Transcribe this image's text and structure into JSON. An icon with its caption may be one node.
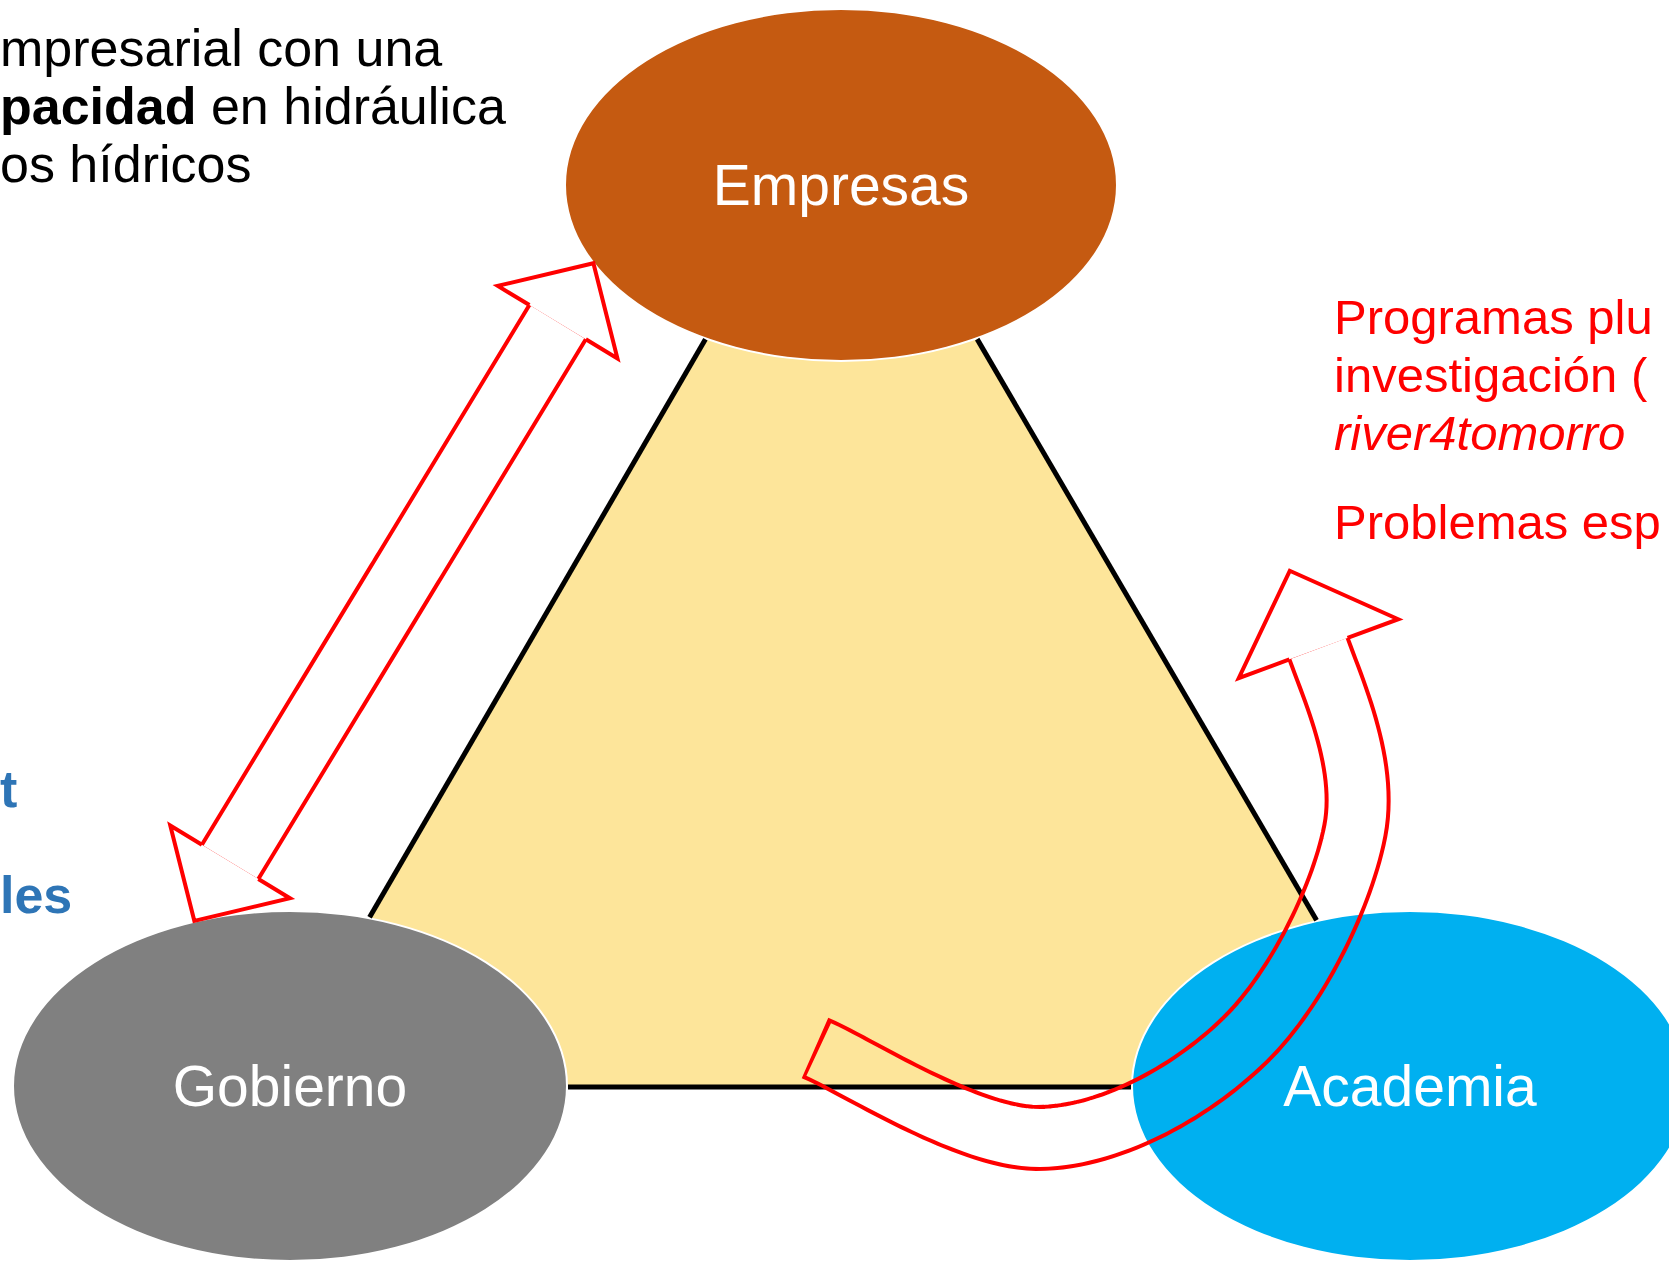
{
  "diagram": {
    "nodes": [
      {
        "text": [
          "Empresas"
        ]
      },
      {
        "text": [
          "Programas plu investigación ( *river4tomorro*",
          "Problemas esp"
        ]
      },
      {
        "text": [
          "Gobierno"
        ]
      },
      {
        "text": [
          "Academia"
        ]
      }
    ],
    "edges": [
      {
        "from": 0,
        "to": 2,
        "arrow": "none"
      },
      {
        "from": 0,
        "to": 3,
        "arrow": "none"
      },
      {
        "from": 2,
        "to": 3,
        "arrow": "none"
      },
      {
        "from": 2,
        "to": 0,
        "arrow": "both",
        "style": "thick",
        "color": "#ff0000"
      },
      {
        "from": null,
        "to": 1,
        "arrow": "to",
        "style": "thick",
        "color": "#ff0000"
      }
    ],
    "labels": [
      "mpresarial con una **pacidad** en hidráulica os hídricos",
      "t",
      "les"
    ]
  }
}
